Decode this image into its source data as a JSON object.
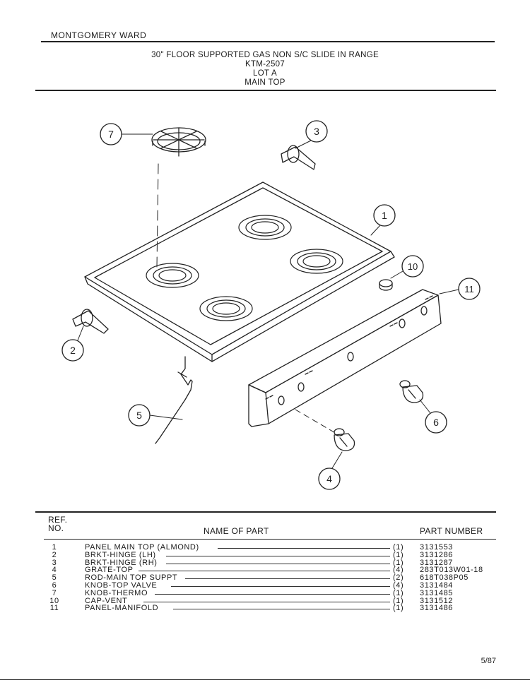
{
  "header": {
    "brand": "MONTGOMERY WARD",
    "title": "30\" FLOOR SUPPORTED GAS NON S/C SLIDE IN RANGE",
    "model": "KTM-2507",
    "lot": "LOT A",
    "section": "MAIN TOP"
  },
  "diagram": {
    "callouts": [
      "1",
      "2",
      "3",
      "4",
      "5",
      "6",
      "7",
      "10",
      "11"
    ]
  },
  "table": {
    "col_ref_line1": "REF.",
    "col_ref_line2": "NO.",
    "col_name": "NAME OF PART",
    "col_part": "PART NUMBER",
    "rows": [
      {
        "ref": "1",
        "name": "PANEL MAIN TOP (ALMOND)",
        "qty": "(1)",
        "part": "3131553"
      },
      {
        "ref": "2",
        "name": "BRKT-HINGE (LH)",
        "qty": "(1)",
        "part": "3131286"
      },
      {
        "ref": "3",
        "name": "BRKT-HINGE (RH)",
        "qty": "(1)",
        "part": "3131287"
      },
      {
        "ref": "4",
        "name": "GRATE-TOP",
        "qty": "(4)",
        "part": "283T013W01-18"
      },
      {
        "ref": "5",
        "name": "ROD-MAIN TOP SUPPT",
        "qty": "(2)",
        "part": "618T038P05"
      },
      {
        "ref": "6",
        "name": "KNOB-TOP VALVE",
        "qty": "(4)",
        "part": "3131484"
      },
      {
        "ref": "7",
        "name": "KNOB-THERMO",
        "qty": "(1)",
        "part": "3131485"
      },
      {
        "ref": "10",
        "name": "CAP-VENT",
        "qty": "(1)",
        "part": "3131512"
      },
      {
        "ref": "11",
        "name": "PANEL-MANIFOLD",
        "qty": "(1)",
        "part": "3131486"
      }
    ]
  },
  "footer": {
    "date": "5/87"
  }
}
